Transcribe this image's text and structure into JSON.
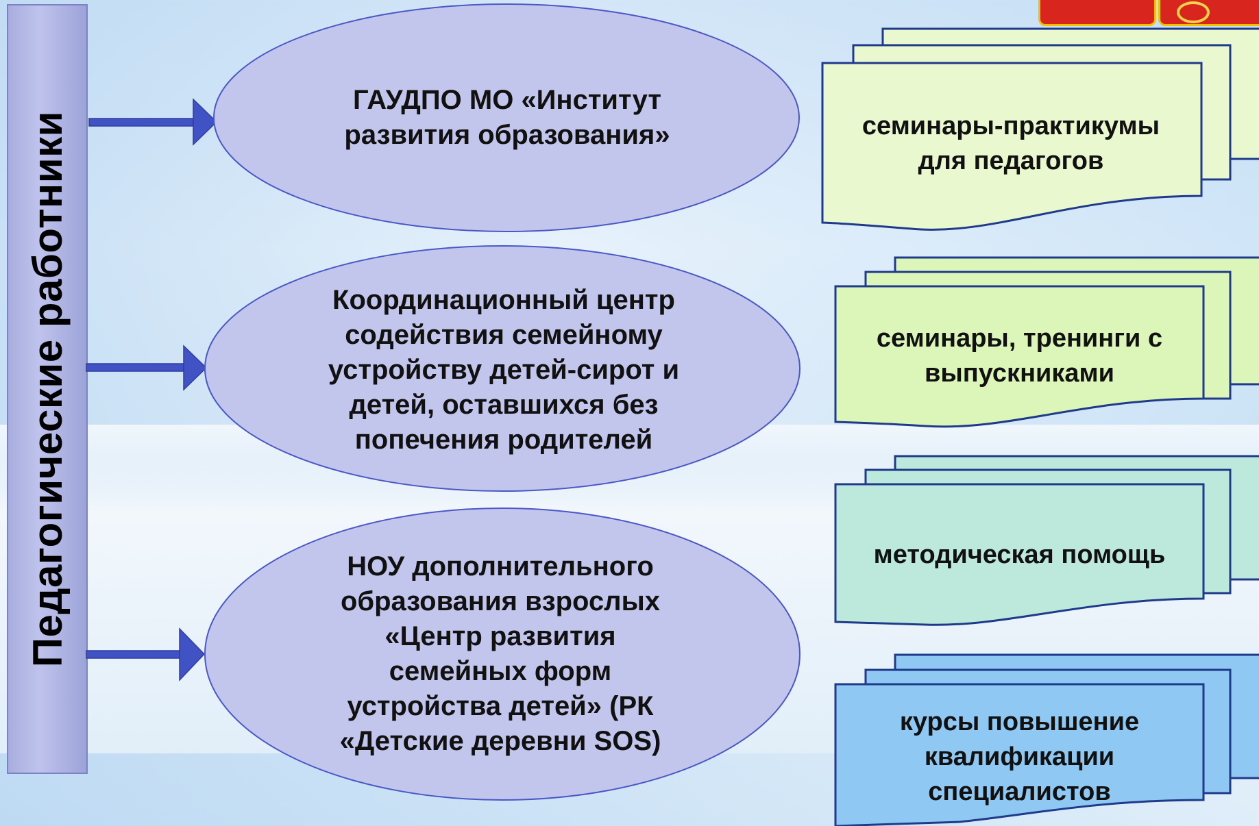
{
  "side_label": "Педагогические работники",
  "organizations": [
    {
      "label": "ГАУДПО МО «Институт развития образования»"
    },
    {
      "label": "Координационный центр содействия семейному устройству детей-сирот и детей, оставшихся без попечения родителей"
    },
    {
      "label": "НОУ дополнительного образования взрослых «Центр развития семейных форм устройства детей» (РК «Детские деревни SOS)"
    }
  ],
  "activities": [
    {
      "label": "семинары-практикумы для педагогов",
      "color": "#eaf8cf"
    },
    {
      "label": "семинары, тренинги с выпускниками",
      "color": "#dcf5b8"
    },
    {
      "label": "методическая помощь",
      "color": "#bde9dc"
    },
    {
      "label": "курсы повышение квалификации специалистов",
      "color": "#8fc8f2"
    }
  ],
  "colors": {
    "oval_fill": "#c3c6ec",
    "oval_stroke": "#4a58c6",
    "arrow": "#4152c4",
    "card_stroke": "#1f3a8a"
  }
}
